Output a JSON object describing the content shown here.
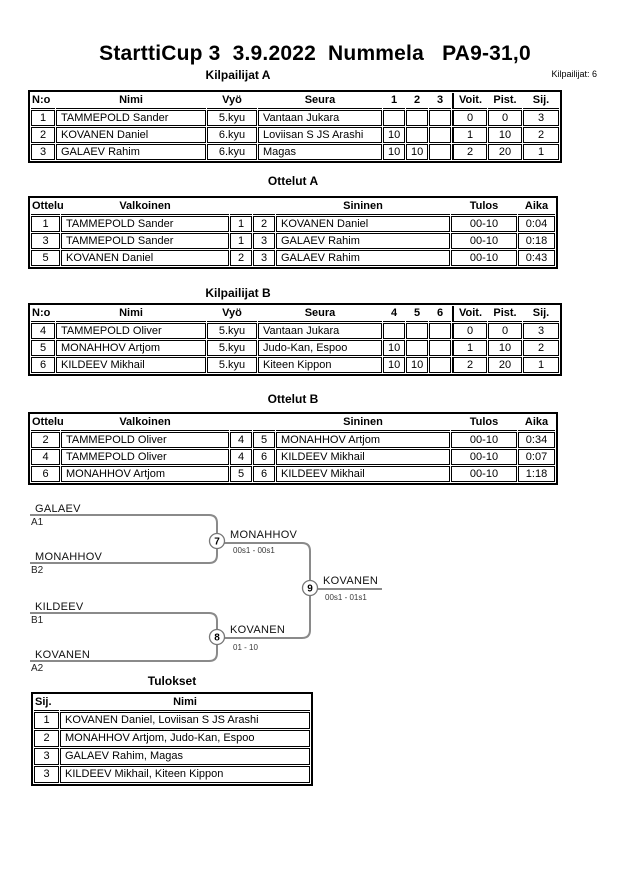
{
  "page": {
    "title": "StarttiCup 3  3.9.2022  Nummela   PA9-31,0",
    "competitors_label": "Kilpailijat: 6"
  },
  "pool_a": {
    "title": "Kilpailijat A",
    "columns": [
      "N:o",
      "Nimi",
      "Vyö",
      "Seura",
      "1",
      "2",
      "3",
      "Voit.",
      "Pist.",
      "Sij."
    ],
    "rows": [
      {
        "no": "1",
        "name": "TAMMEPOLD Sander",
        "belt": "5.kyu",
        "club": "Vantaan Jukara",
        "m1": "",
        "m2": "",
        "m3": "",
        "wins": "0",
        "points": "0",
        "place": "3"
      },
      {
        "no": "2",
        "name": "KOVANEN Daniel",
        "belt": "6.kyu",
        "club": "Loviisan S JS Arashi",
        "m1": "10",
        "m2": "",
        "m3": "",
        "wins": "1",
        "points": "10",
        "place": "2"
      },
      {
        "no": "3",
        "name": "GALAEV Rahim",
        "belt": "6.kyu",
        "club": "Magas",
        "m1": "10",
        "m2": "10",
        "m3": "",
        "wins": "2",
        "points": "20",
        "place": "1"
      }
    ]
  },
  "matches_a": {
    "title": "Ottelut A",
    "columns": [
      "Ottelu",
      "Valkoinen",
      "Sininen",
      "Tulos",
      "Aika"
    ],
    "rows": [
      {
        "no": "1",
        "white": "TAMMEPOLD Sander",
        "wn": "1",
        "bn": "2",
        "blue": "KOVANEN Daniel",
        "result": "00-10",
        "time": "0:04"
      },
      {
        "no": "3",
        "white": "TAMMEPOLD Sander",
        "wn": "1",
        "bn": "3",
        "blue": "GALAEV Rahim",
        "result": "00-10",
        "time": "0:18"
      },
      {
        "no": "5",
        "white": "KOVANEN Daniel",
        "wn": "2",
        "bn": "3",
        "blue": "GALAEV Rahim",
        "result": "00-10",
        "time": "0:43"
      }
    ]
  },
  "pool_b": {
    "title": "Kilpailijat B",
    "columns": [
      "N:o",
      "Nimi",
      "Vyö",
      "Seura",
      "4",
      "5",
      "6",
      "Voit.",
      "Pist.",
      "Sij."
    ],
    "rows": [
      {
        "no": "4",
        "name": "TAMMEPOLD Oliver",
        "belt": "5.kyu",
        "club": "Vantaan Jukara",
        "m1": "",
        "m2": "",
        "m3": "",
        "wins": "0",
        "points": "0",
        "place": "3"
      },
      {
        "no": "5",
        "name": "MONAHHOV Artjom",
        "belt": "5.kyu",
        "club": "Judo-Kan, Espoo",
        "m1": "10",
        "m2": "",
        "m3": "",
        "wins": "1",
        "points": "10",
        "place": "2"
      },
      {
        "no": "6",
        "name": "KILDEEV Mikhail",
        "belt": "5.kyu",
        "club": "Kiteen Kippon",
        "m1": "10",
        "m2": "10",
        "m3": "",
        "wins": "2",
        "points": "20",
        "place": "1"
      }
    ]
  },
  "matches_b": {
    "title": "Ottelut B",
    "columns": [
      "Ottelu",
      "Valkoinen",
      "Sininen",
      "Tulos",
      "Aika"
    ],
    "rows": [
      {
        "no": "2",
        "white": "TAMMEPOLD Oliver",
        "wn": "4",
        "bn": "5",
        "blue": "MONAHHOV Artjom",
        "result": "00-10",
        "time": "0:34"
      },
      {
        "no": "4",
        "white": "TAMMEPOLD Oliver",
        "wn": "4",
        "bn": "6",
        "blue": "KILDEEV Mikhail",
        "result": "00-10",
        "time": "0:07"
      },
      {
        "no": "6",
        "white": "MONAHHOV Artjom",
        "wn": "5",
        "bn": "6",
        "blue": "KILDEEV Mikhail",
        "result": "00-10",
        "time": "1:18"
      }
    ]
  },
  "bracket": {
    "slots": [
      {
        "name": "GALAEV",
        "seed": "A1"
      },
      {
        "name": "MONAHHOV",
        "seed": "B2"
      },
      {
        "name": "KILDEEV",
        "seed": "B1"
      },
      {
        "name": "KOVANEN",
        "seed": "A2"
      }
    ],
    "matches": [
      {
        "number": "7",
        "winner": "MONAHHOV",
        "score": "00s1 - 00s1"
      },
      {
        "number": "8",
        "winner": "KOVANEN",
        "score": "01 - 10"
      },
      {
        "number": "9",
        "winner": "KOVANEN",
        "score": "00s1 - 01s1"
      }
    ]
  },
  "results": {
    "title": "Tulokset",
    "columns": [
      "Sij.",
      "Nimi"
    ],
    "rows": [
      {
        "place": "1",
        "name": "KOVANEN Daniel, Loviisan S JS Arashi"
      },
      {
        "place": "2",
        "name": "MONAHHOV Artjom, Judo-Kan, Espoo"
      },
      {
        "place": "3",
        "name": "GALAEV Rahim, Magas"
      },
      {
        "place": "3",
        "name": "KILDEEV Mikhail, Kiteen Kippon"
      }
    ]
  },
  "colors": {
    "line": "#8a8a8a",
    "text": "#000000"
  }
}
